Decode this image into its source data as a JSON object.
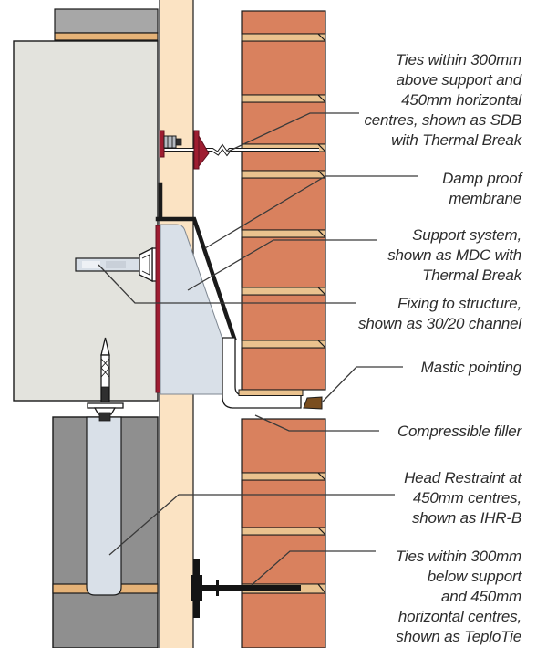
{
  "colors": {
    "brick": "#d9815e",
    "mortar": "#eac28e",
    "insulation": "#fbe3c3",
    "slab": "#e3e3dd",
    "block_upper": "#a7a7a7",
    "block_lower": "#8f8f8f",
    "block_mortar": "#e5b277",
    "steel_light": "#d9e0e8",
    "maroon": "#9e1d31",
    "maroon_dark": "#5f101f",
    "mastic": "#7a4e20",
    "line": "#1a1a1a",
    "leader": "#3a3a3a",
    "text": "#2d2d2d"
  },
  "labels": {
    "ties_above": {
      "lines": [
        "Ties within 300mm",
        "above support and",
        "450mm horizontal",
        "centres, shown as SDB",
        "with Thermal Break"
      ]
    },
    "dpm": {
      "lines": [
        "Damp proof",
        "membrane"
      ]
    },
    "support": {
      "lines": [
        "Support system,",
        "shown as MDC with",
        "Thermal Break"
      ]
    },
    "fixing": {
      "lines": [
        "Fixing to structure,",
        "shown as 30/20 channel"
      ]
    },
    "mastic": {
      "lines": [
        "Mastic pointing"
      ]
    },
    "filler": {
      "lines": [
        "Compressible filler"
      ]
    },
    "head_restraint": {
      "lines": [
        "Head Restraint at",
        "450mm centres,",
        "shown as IHR-B"
      ]
    },
    "ties_below": {
      "lines": [
        "Ties within 300mm",
        "below support",
        "and 450mm",
        "horizontal centres,",
        "shown as TeploTie"
      ]
    }
  }
}
